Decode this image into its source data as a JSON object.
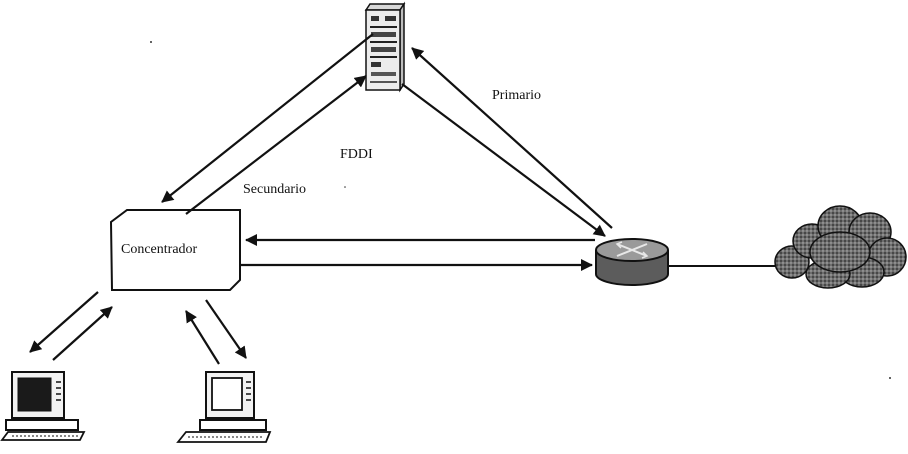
{
  "diagram": {
    "labels": {
      "primary": "Primario",
      "ring": "FDDI",
      "secondary": "Secundario",
      "concentrator": "Concentrador"
    },
    "nodes": [
      {
        "id": "server",
        "icon": "server-tower-icon"
      },
      {
        "id": "concentrator",
        "icon": "concentrator-box"
      },
      {
        "id": "router",
        "icon": "router-icon"
      },
      {
        "id": "cloud",
        "icon": "network-cloud-icon"
      },
      {
        "id": "workstation-1",
        "icon": "computer-icon"
      },
      {
        "id": "workstation-2",
        "icon": "computer-icon"
      }
    ],
    "colors": {
      "stroke": "#111111",
      "router_fill": "#7a7a7a",
      "cloud_fill": "#555555"
    }
  }
}
